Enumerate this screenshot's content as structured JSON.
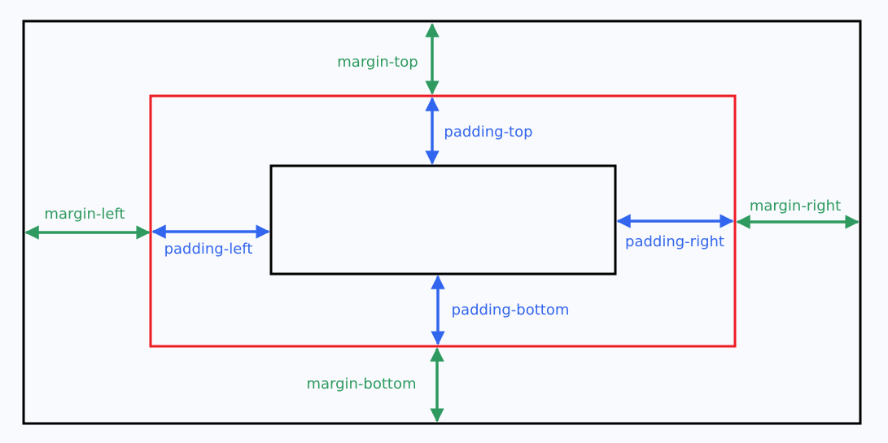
{
  "colors": {
    "background": "#f8fafd",
    "outer_border": "#000000",
    "border_box": "#ee1c24",
    "content_box": "#000000",
    "margin_arrow": "#2e9a5f",
    "padding_arrow": "#3366ee"
  },
  "margin_labels": {
    "top": "margin-top",
    "left": "margin-left",
    "right": "margin-right",
    "bottom": "margin-bottom"
  },
  "padding_labels": {
    "top": "padding-top",
    "left": "padding-left",
    "right": "padding-right",
    "bottom": "padding-bottom"
  }
}
